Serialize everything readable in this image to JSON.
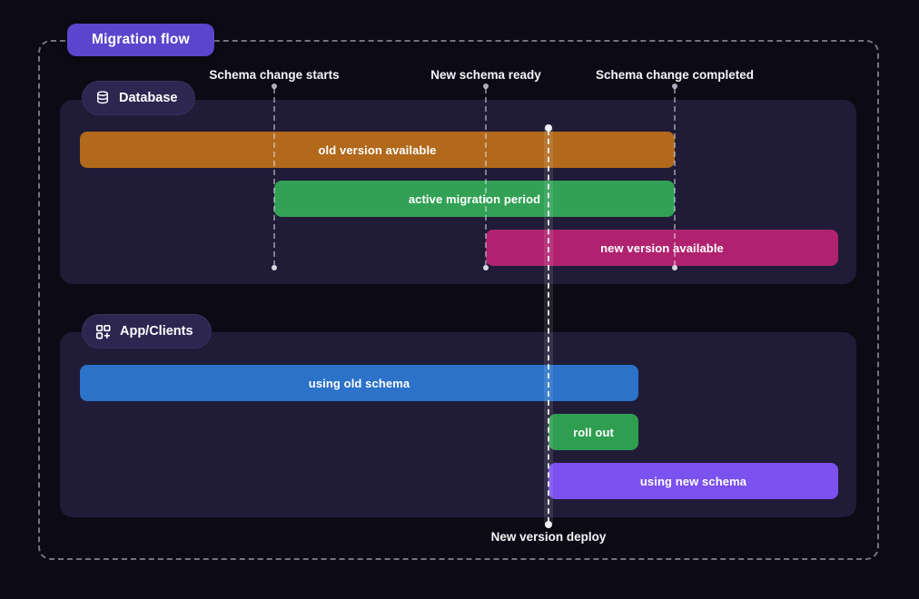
{
  "title_badge": {
    "label": "Migration flow",
    "bg": "#5b45cc"
  },
  "boundary": {
    "border_color": "#76737f"
  },
  "milestones": [
    {
      "label": "Schema change starts"
    },
    {
      "label": "New schema ready"
    },
    {
      "label": "Schema change completed"
    }
  ],
  "deploy_marker": {
    "label": "New version deploy"
  },
  "sections": [
    {
      "label": "Database",
      "icon": "database-icon",
      "panel_bg": "#201c37",
      "badge_bg": "#2c2651",
      "bars": [
        {
          "label": "old version available",
          "color": "#b2691c"
        },
        {
          "label": "active migration period",
          "color": "#32a156"
        },
        {
          "label": "new version available",
          "color": "#b02270"
        }
      ]
    },
    {
      "label": "App/Clients",
      "icon": "apps-plus-icon",
      "panel_bg": "#201c37",
      "badge_bg": "#2c2651",
      "bars": [
        {
          "label": "using old schema",
          "color": "#2b72c8"
        },
        {
          "label": "roll out",
          "color": "#2f9e51"
        },
        {
          "label": "using new schema",
          "color": "#7b51f0"
        }
      ]
    }
  ]
}
